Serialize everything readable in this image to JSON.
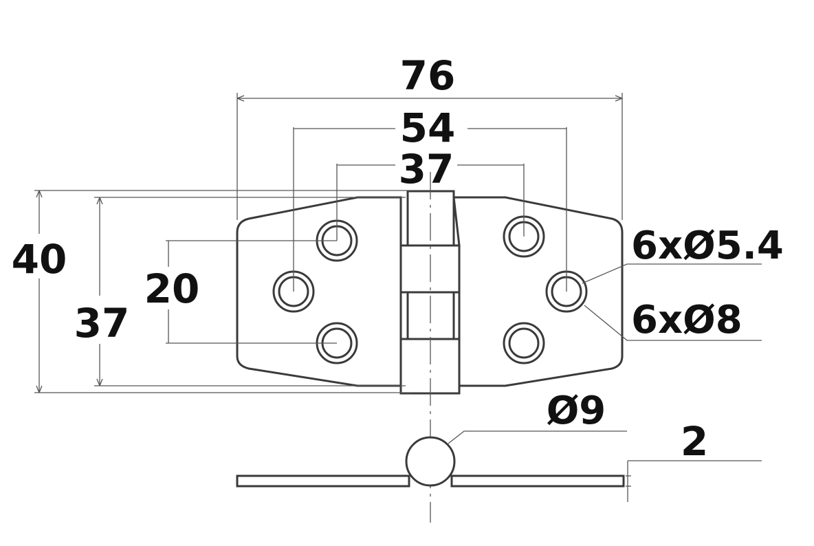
{
  "dimensions": {
    "overall_width": "76",
    "outer_hole_spacing": "54",
    "inner_hole_spacing": "37",
    "overall_height": "40",
    "leaf_height": "37",
    "hole_row_spacing": "20",
    "small_hole_callout": "6xØ5.4",
    "countersink_callout": "6xØ8",
    "pin_diameter": "Ø9",
    "thickness": "2"
  }
}
